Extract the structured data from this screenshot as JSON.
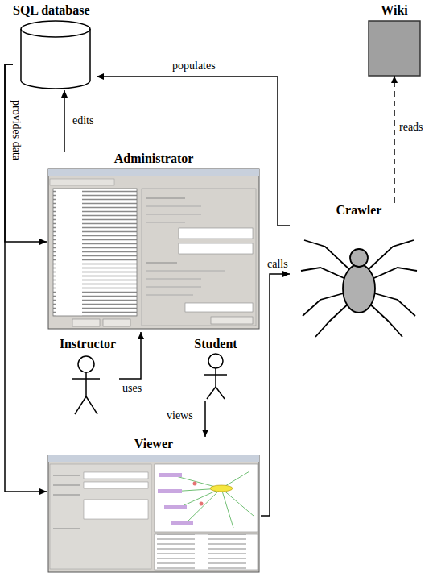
{
  "diagram": {
    "nodes": [
      {
        "text": [
          "SQL database"
        ]
      },
      {
        "text": [
          "Wiki"
        ]
      },
      {
        "text": [
          "Administrator"
        ]
      },
      {
        "text": [
          "Crawler"
        ]
      },
      {
        "text": [
          "Instructor"
        ]
      },
      {
        "text": [
          "Student"
        ]
      },
      {
        "text": [
          "Viewer"
        ]
      }
    ],
    "edges": [
      {
        "from": 3,
        "to": 1,
        "label": "reads",
        "arrow": "to"
      },
      {
        "from": 3,
        "to": 0,
        "label": "populates",
        "arrow": "to"
      },
      {
        "from": 2,
        "to": 0,
        "label": "edits",
        "arrow": "to"
      },
      {
        "from": 0,
        "to": 2,
        "label": "provides data",
        "arrow": "to"
      },
      {
        "from": 0,
        "to": 6,
        "arrow": "to"
      },
      {
        "from": 6,
        "to": 3,
        "label": "calls",
        "arrow": "to"
      },
      {
        "from": 4,
        "to": 2,
        "label": "uses",
        "arrow": "to"
      },
      {
        "from": 5,
        "to": 6,
        "label": "views",
        "arrow": "to"
      }
    ]
  }
}
